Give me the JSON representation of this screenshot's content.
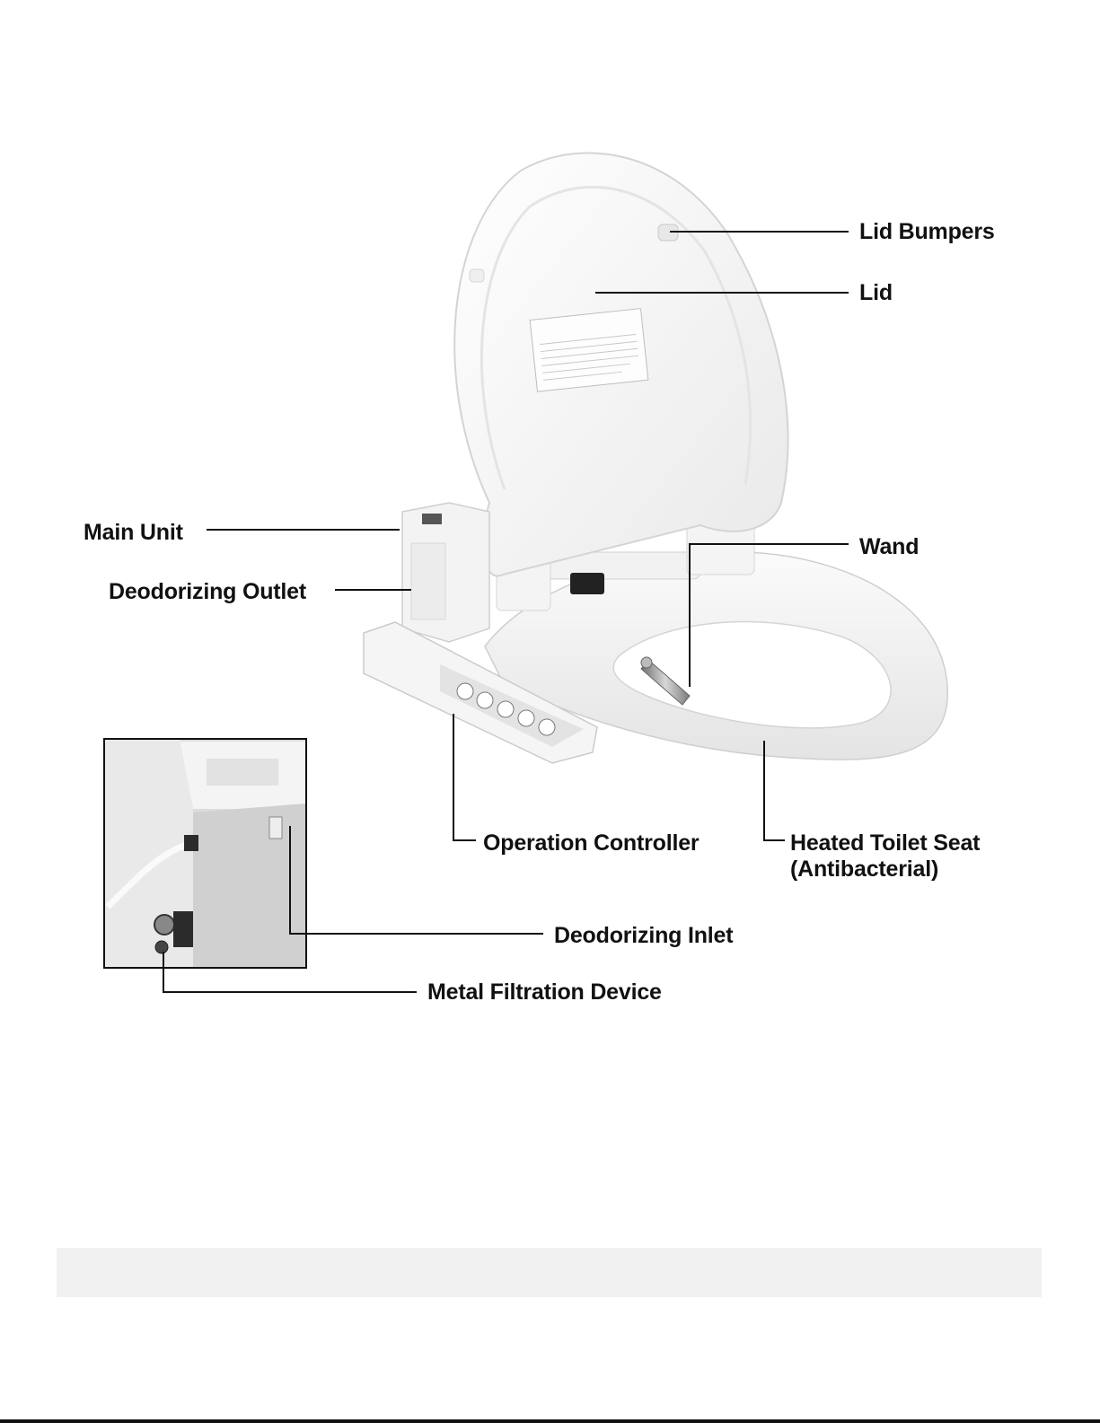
{
  "labels": {
    "lid_bumpers": "Lid Bumpers",
    "lid": "Lid",
    "main_unit": "Main Unit",
    "wand": "Wand",
    "deodorizing_outlet": "Deodorizing Outlet",
    "operation_controller": "Operation Controller",
    "heated_seat_line1": "Heated Toilet Seat",
    "heated_seat_line2": "(Antibacterial)",
    "deodorizing_inlet": "Deodorizing Inlet",
    "metal_filtration": "Metal Filtration Device"
  },
  "lid_sticker": {
    "title": "Smart Toilet Safety Instruction"
  },
  "colors": {
    "label_text": "#111111",
    "leader_line": "#111111",
    "product_white": "#f7f7f7",
    "product_shadow": "#dcdcdc",
    "controller_panel": "#e6e6e6",
    "wand_metal": "#9a9a9a",
    "inset_background": "#d9d9d9",
    "footer_bar": "#f1f1f1"
  }
}
